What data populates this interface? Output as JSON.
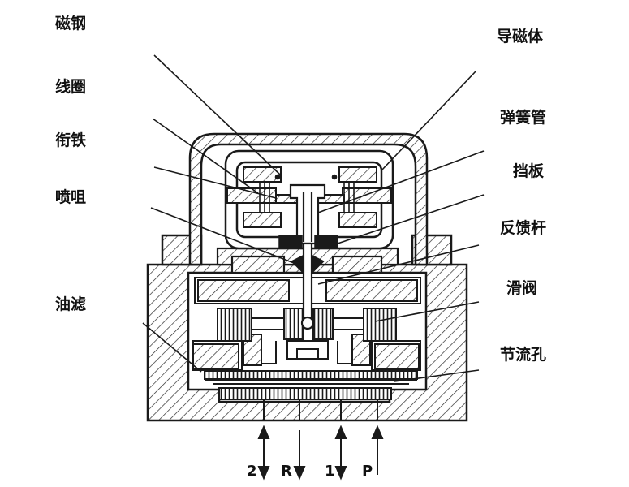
{
  "labels": {
    "left": [
      "磁钢",
      "线圈",
      "衔铁",
      "喷咀",
      "油滤"
    ],
    "right": [
      "导磁体",
      "弹簧管",
      "挡板",
      "反馈杆",
      "滑阀",
      "节流孔"
    ]
  },
  "ports": [
    "2",
    "R",
    "1",
    "P"
  ],
  "colors": {
    "ink": "#1a1a1a",
    "hatch": "#2a2a2a",
    "paper": "#ffffff"
  }
}
